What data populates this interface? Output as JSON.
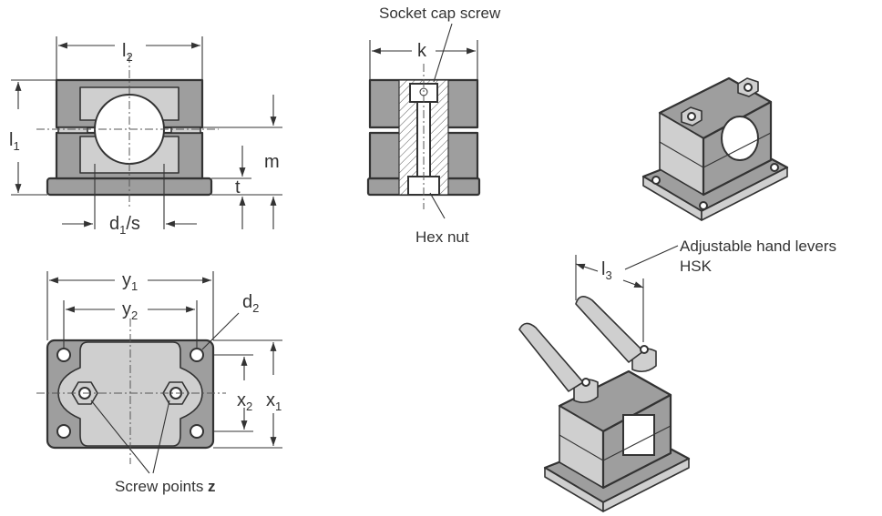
{
  "labels": {
    "l2": "l",
    "l2_sub": "2",
    "l1": "l",
    "l1_sub": "1",
    "m": "m",
    "t": "t",
    "d1s_main": "d",
    "d1s_sub": "1",
    "d1s_tail": "/s",
    "k": "k",
    "l3": "l",
    "l3_sub": "3",
    "y1": "y",
    "y1_sub": "1",
    "y2": "y",
    "y2_sub": "2",
    "d2": "d",
    "d2_sub": "2",
    "x2": "x",
    "x2_sub": "2",
    "x1": "x",
    "x1_sub": "1"
  },
  "callouts": {
    "socket_cap_screw": "Socket cap screw",
    "hex_nut": "Hex nut",
    "hand_levers_line1": "Adjustable hand levers",
    "hand_levers_line2": "HSK",
    "screw_points_text": "Screw points ",
    "screw_points_bold": "z"
  },
  "colors": {
    "body": "#9e9e9e",
    "body_light": "#cfcfcf",
    "outline": "#333333",
    "background": "#ffffff"
  }
}
